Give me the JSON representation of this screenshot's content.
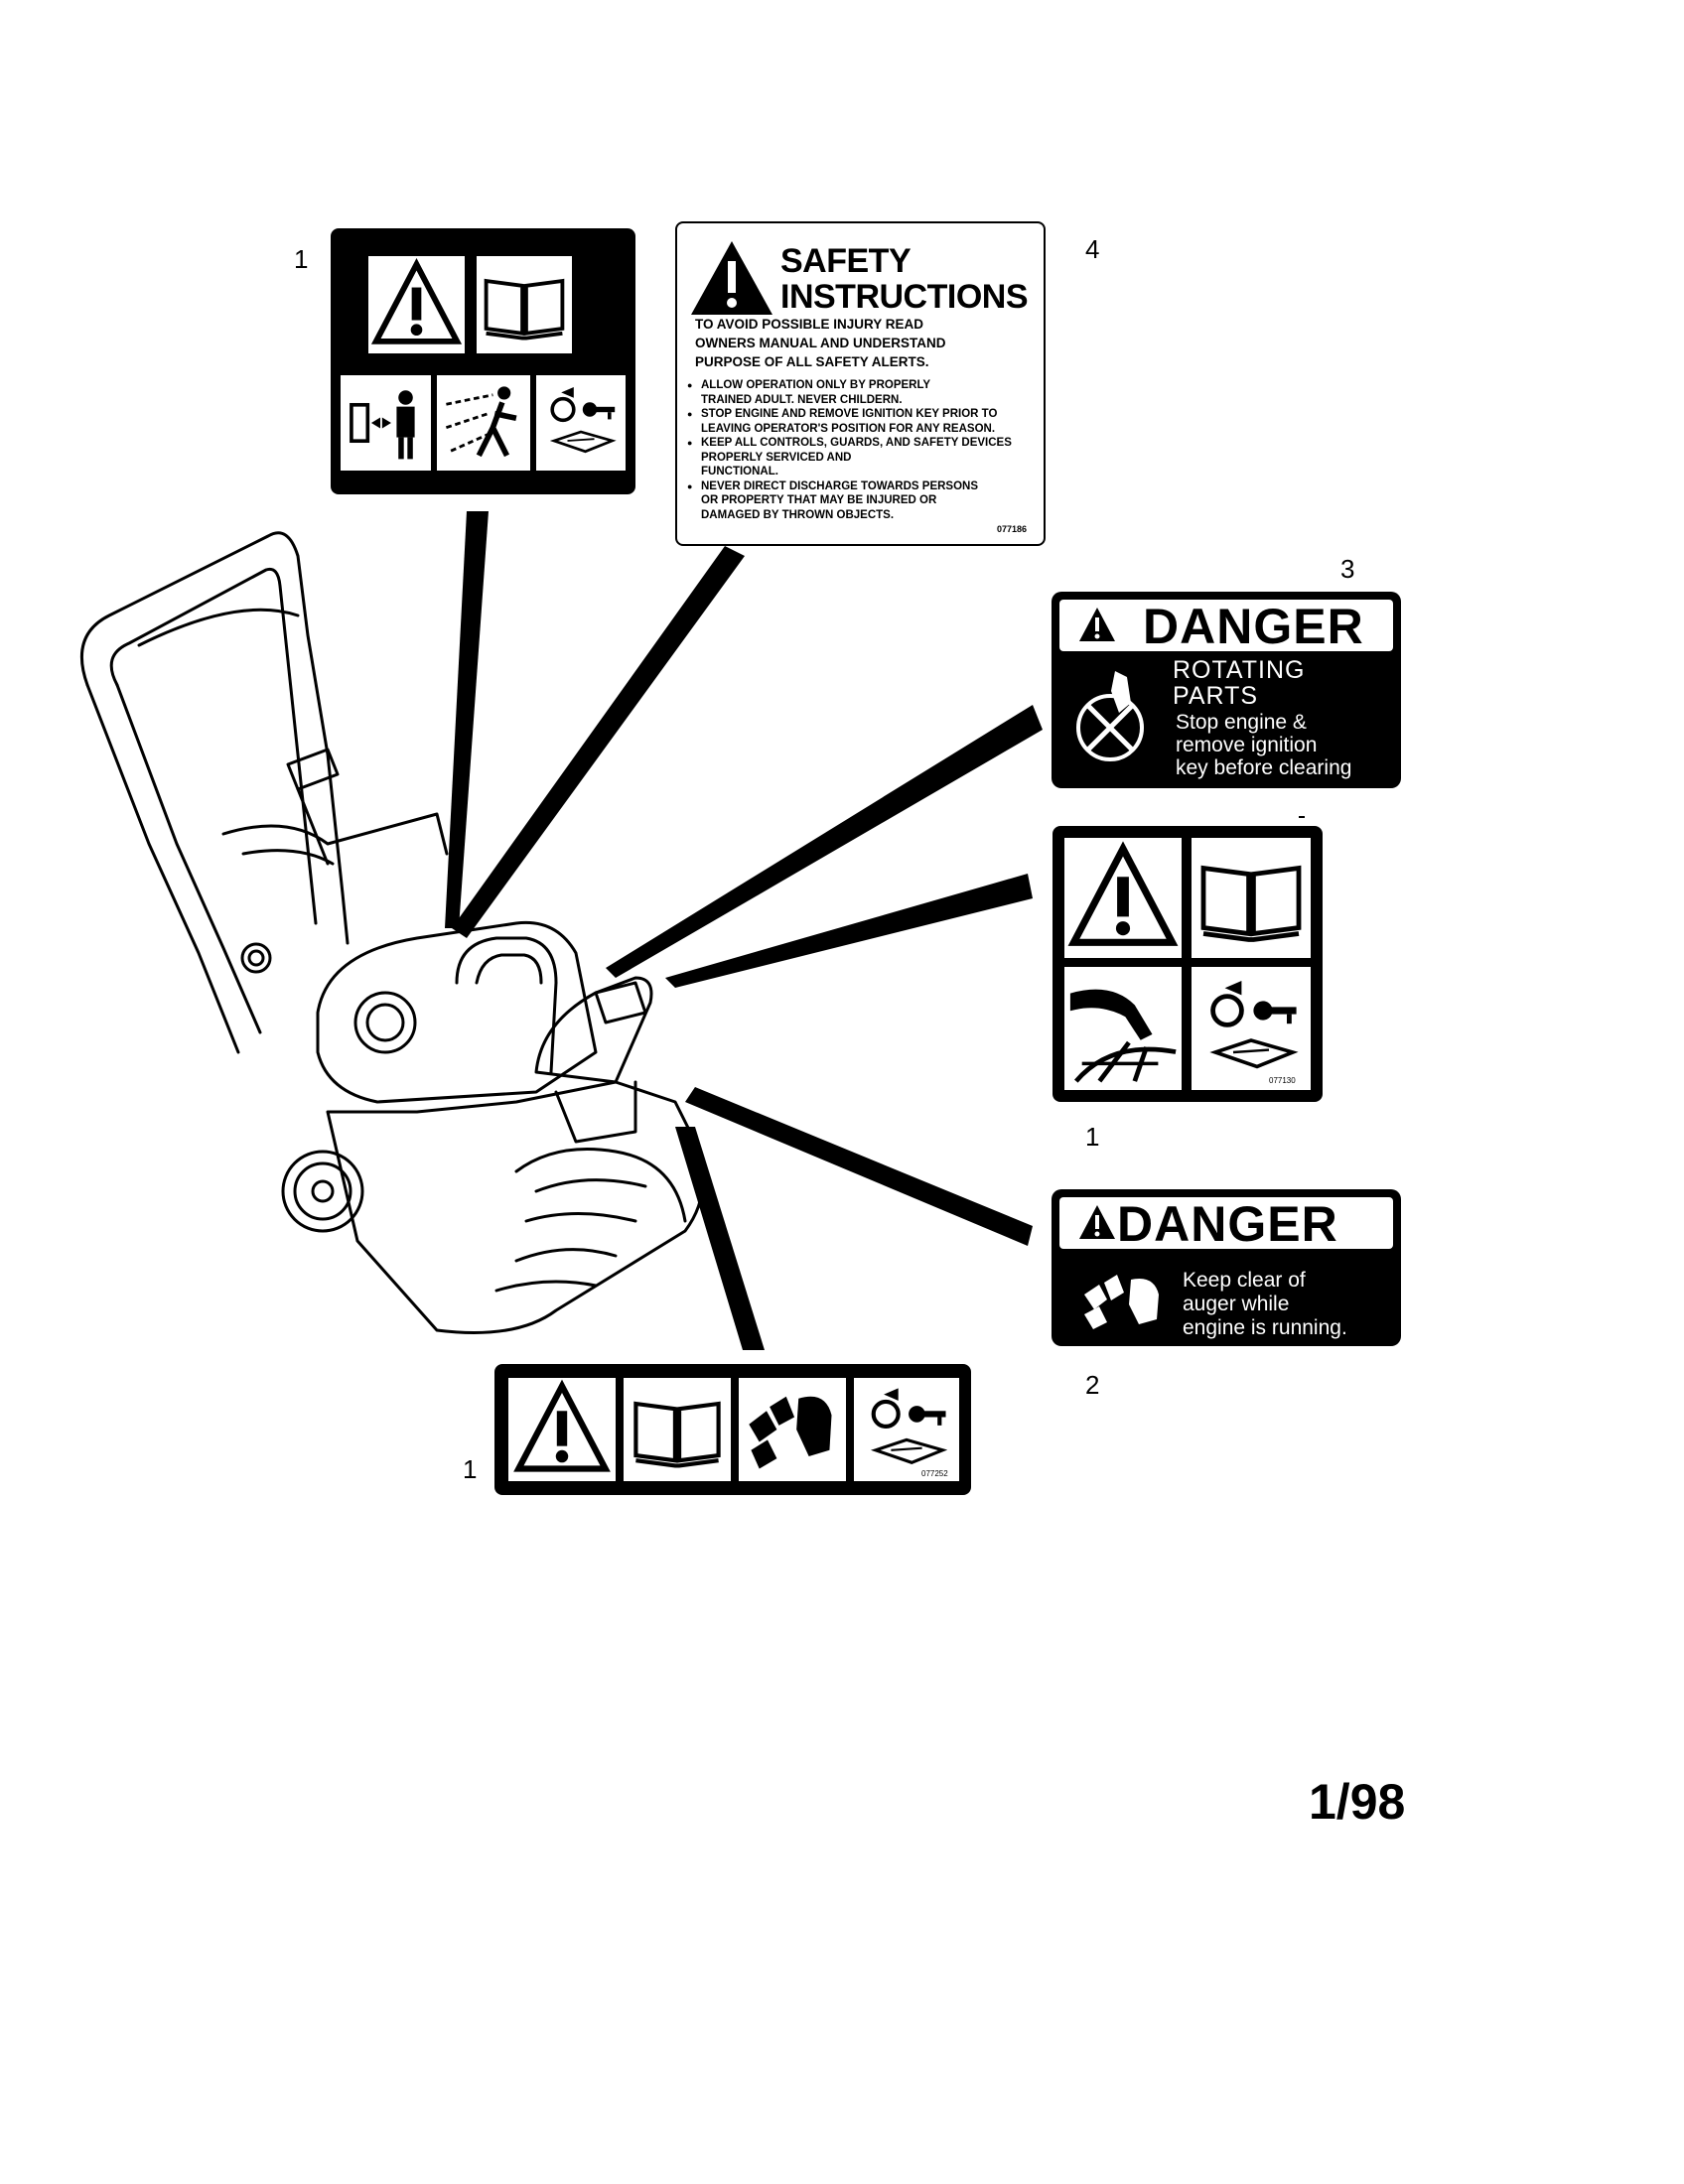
{
  "callouts": {
    "c1_top": "1",
    "c4": "4",
    "c3": "3",
    "c1_right": "1",
    "c2": "2",
    "c1_bottom": "1"
  },
  "page_number": "1/98",
  "safety_label": {
    "title_line1": "SAFETY",
    "title_line2": "INSTRUCTIONS",
    "intro_line1": "TO AVOID POSSIBLE INJURY READ",
    "intro_line2": "OWNERS MANUAL AND UNDERSTAND",
    "intro_line3": "PURPOSE OF ALL SAFETY ALERTS.",
    "item1_line1": "ALLOW OPERATION ONLY BY PROPERLY",
    "item1_line2": "TRAINED ADULT. NEVER CHILDERN.",
    "item2_line1": "STOP ENGINE AND REMOVE IGNITION KEY PRIOR TO",
    "item2_line2": "LEAVING OPERATOR'S POSITION FOR ANY REASON.",
    "item3_line1": "KEEP ALL CONTROLS, GUARDS, AND SAFETY DEVICES",
    "item3_line2": "PROPERLY SERVICED AND",
    "item3_line3": "FUNCTIONAL.",
    "item4_line1": "NEVER DIRECT DISCHARGE TOWARDS PERSONS",
    "item4_line2": "OR PROPERTY THAT MAY BE INJURED OR",
    "item4_line3": "DAMAGED BY THROWN OBJECTS.",
    "part_code": "077186"
  },
  "danger_rotating": {
    "title": "DANGER",
    "line1": "ROTATING",
    "line2": "PARTS",
    "line3": "Stop engine &",
    "line4": "remove ignition",
    "line5": "key before clearing"
  },
  "danger_auger": {
    "title": "DANGER",
    "line1": "Keep clear of",
    "line2": "auger while",
    "line3": "engine is running."
  },
  "picto_right_code": "077130",
  "picto_bottom_code": "077252",
  "icons": [
    "warning-triangle-icon",
    "manual-book-icon",
    "keep-away-icon",
    "thrown-object-icon",
    "remove-key-icon",
    "hand-impeller-icon",
    "auger-icon"
  ]
}
